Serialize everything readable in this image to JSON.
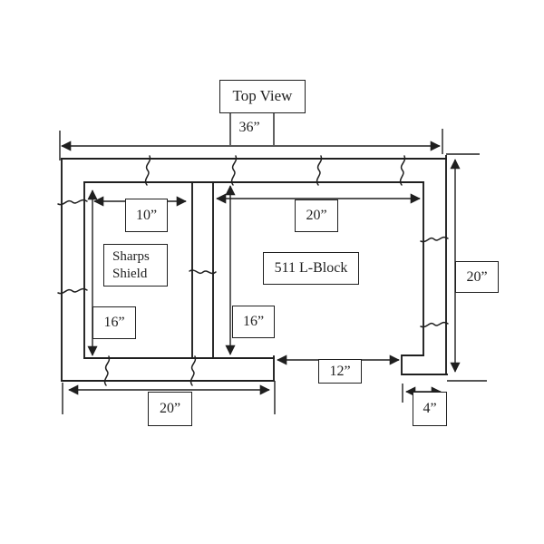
{
  "diagram": {
    "title": "Top View",
    "shapes": {
      "sharps_shield_line1": "Sharps",
      "sharps_shield_line2": "Shield",
      "l_block": "511 L-Block"
    },
    "dimensions": {
      "total_width": "36”",
      "inner_left_width": "10”",
      "inner_right_width": "20”",
      "left_depth": "16”",
      "mid_depth": "16”",
      "right_height": "20”",
      "bottom_gap": "12”",
      "bottom_left_width": "20”",
      "foot_width": "4”"
    }
  }
}
